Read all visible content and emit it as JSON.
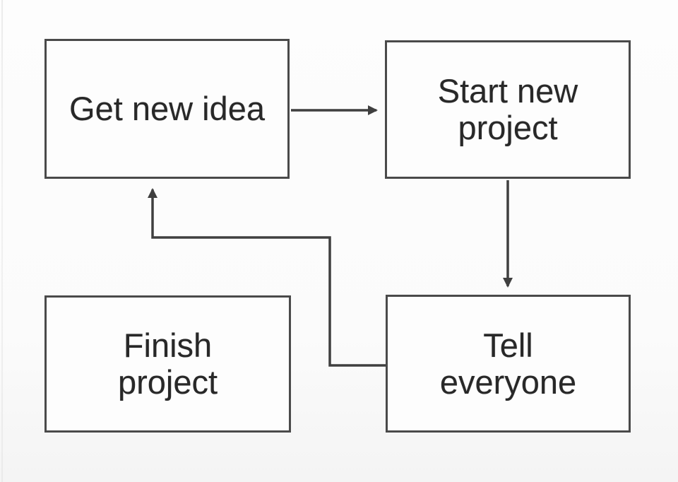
{
  "diagram": {
    "type": "flowchart",
    "nodes": {
      "get_new_idea": {
        "label": "Get new idea"
      },
      "start_new_project": {
        "label": "Start new\nproject"
      },
      "tell_everyone": {
        "label": "Tell\neveryone"
      },
      "finish_project": {
        "label": "Finish\nproject"
      }
    },
    "edges": [
      {
        "from": "Get new idea",
        "to": "Start new project",
        "style": "arrow-right"
      },
      {
        "from": "Start new project",
        "to": "Tell everyone",
        "style": "arrow-down"
      },
      {
        "from": "Tell everyone",
        "to": "Get new idea",
        "style": "arrow-elbow-up"
      }
    ],
    "isolated_nodes": [
      "Finish project"
    ],
    "colors": {
      "background": "#fbfbfb",
      "box_border": "#4a4a4a",
      "box_fill": "#fdfdfd",
      "line": "#3f3f3f",
      "text": "#282828"
    }
  }
}
